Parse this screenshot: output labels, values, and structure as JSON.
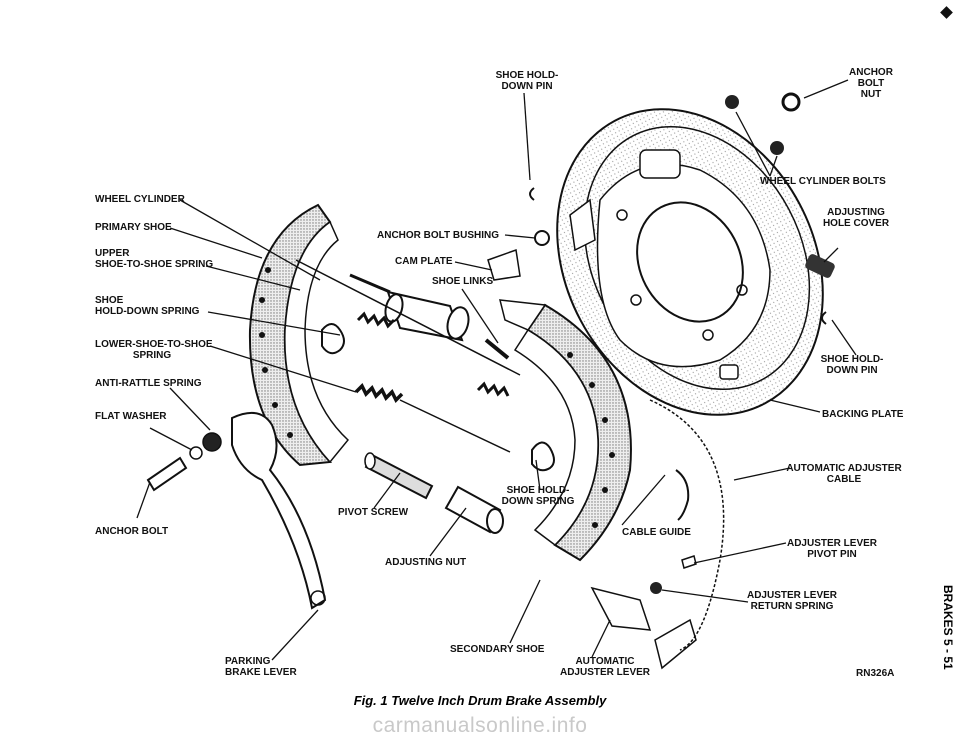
{
  "labels": {
    "shoe_hold_down_pin_top": "SHOE HOLD-\nDOWN PIN",
    "anchor_bolt_nut": "ANCHOR\nBOLT\nNUT",
    "wheel_cylinder_bolts": "WHEEL CYLINDER BOLTS",
    "wheel_cylinder": "WHEEL CYLINDER",
    "primary_shoe": "PRIMARY SHOE",
    "upper_shoe_spring": "UPPER\nSHOE-TO-SHOE SPRING",
    "shoe_hold_down_spring_left": "SHOE\nHOLD-DOWN SPRING",
    "lower_shoe_spring": "LOWER-SHOE-TO-SHOE\nSPRING",
    "anti_rattle_spring": "ANTI-RATTLE SPRING",
    "flat_washer": "FLAT WASHER",
    "anchor_bolt": "ANCHOR BOLT",
    "anchor_bolt_bushing": "ANCHOR BOLT BUSHING",
    "cam_plate": "CAM PLATE",
    "shoe_links": "SHOE LINKS",
    "adjusting_hole_cover": "ADJUSTING\nHOLE COVER",
    "shoe_hold_down_pin_right": "SHOE HOLD-\nDOWN PIN",
    "backing_plate": "BACKING PLATE",
    "automatic_adjuster_cable": "AUTOMATIC ADJUSTER\nCABLE",
    "shoe_hold_down_spring_center": "SHOE HOLD-\nDOWN SPRING",
    "pivot_screw": "PIVOT SCREW",
    "cable_guide": "CABLE GUIDE",
    "adjuster_lever_pivot_pin": "ADJUSTER LEVER\nPIVOT PIN",
    "adjusting_nut": "ADJUSTING NUT",
    "adjuster_lever_return_spring": "ADJUSTER LEVER\nRETURN SPRING",
    "secondary_shoe": "SECONDARY SHOE",
    "parking_brake_lever": "PARKING\nBRAKE LEVER",
    "automatic_adjuster_lever": "AUTOMATIC\nADJUSTER LEVER",
    "figure_code": "RN326A"
  },
  "caption": "Fig. 1 Twelve Inch Drum Brake Assembly",
  "sidebar": "BRAKES     5 - 51",
  "watermark": "carmanualsonline.info"
}
